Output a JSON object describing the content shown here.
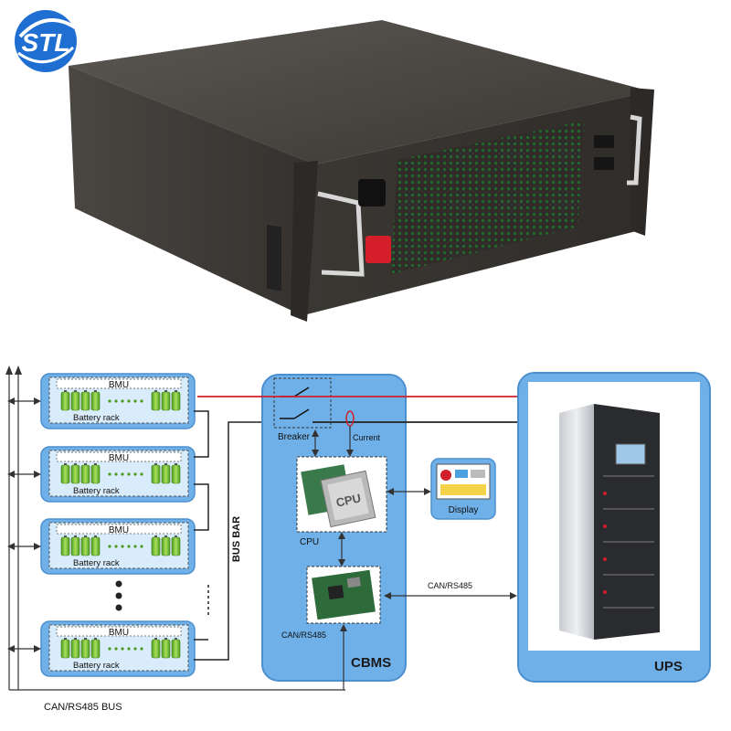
{
  "logo": {
    "text": "STL"
  },
  "diagram": {
    "rack_title": "BMU",
    "rack_label": "Battery rack",
    "busbar_label": "BUS BAR",
    "canbus_label": "CAN/RS485 BUS",
    "breaker_label": "Breaker",
    "current_label": "Current",
    "cpu_label": "CPU",
    "cpu_chip_text": "CPU",
    "canrs_left_label": "CAN/RS485",
    "canrs_link_label": "CAN/RS485",
    "display_label": "Display",
    "cbms_label": "CBMS",
    "ups_label": "UPS"
  },
  "colors": {
    "panel_blue": "#6fb0e8",
    "panel_stroke": "#4b8fd0",
    "rack_fill": "#d9ecfb",
    "red_line": "#d0202a",
    "dark_line": "#222222",
    "cell_green": "#7ec23a",
    "chassis": "#3d3a36"
  }
}
